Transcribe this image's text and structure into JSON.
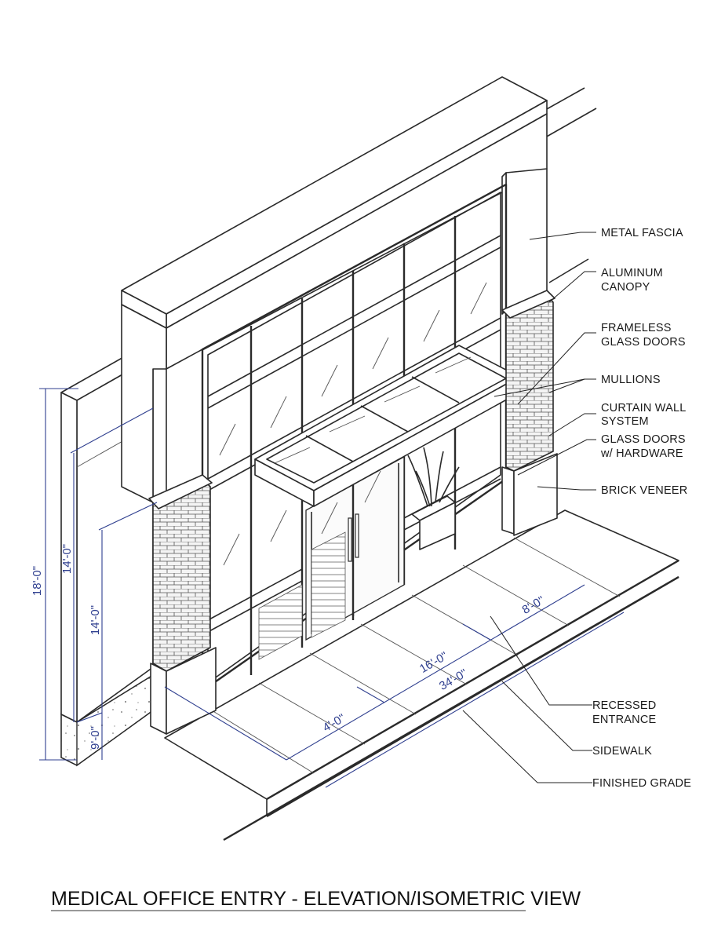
{
  "title": "MEDICAL OFFICE ENTRY - ELEVATION/ISOMETRIC VIEW",
  "labels": {
    "metal_fascia": "METAL FASCIA",
    "aluminum_canopy": [
      "ALUMINUM",
      "CANOPY"
    ],
    "frameless_glass_doors": [
      "FRAMELESS",
      "GLASS DOORS"
    ],
    "mullions": "MULLIONS",
    "curtain_wall_system": [
      "CURTAIN WALL",
      "SYSTEM"
    ],
    "glass_doors_hardware": [
      "GLASS DOORS",
      "w/ HARDWARE"
    ],
    "brick_veneer": "BRICK VENEER",
    "recessed_entrance": [
      "RECESSED",
      "ENTRANCE"
    ],
    "sidewalk": "SIDEWALK",
    "finished_grade": "FINISHED GRADE"
  },
  "dimensions": {
    "overall_height": "18'-0\"",
    "upper_height": "14'-0\"",
    "inner_height": "14'-0\"",
    "base_height": "9'-0\"",
    "left_width": "4'-0\"",
    "center_width": "16'-0\"",
    "overall_width": "34'-0\"",
    "right_width": "8'-0\""
  },
  "colors": {
    "line": "#2a2a2a",
    "dimension": "#2f3f8f"
  }
}
